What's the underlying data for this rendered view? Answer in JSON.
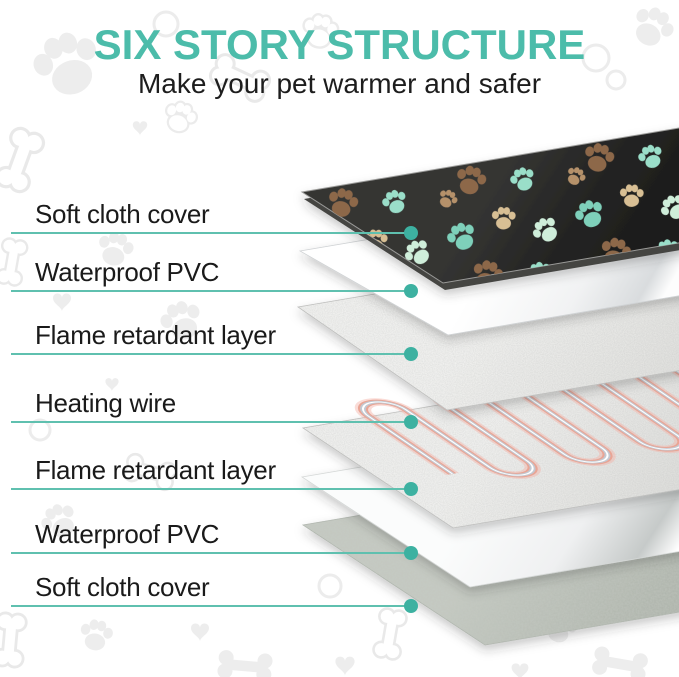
{
  "header": {
    "title": "SIX STORY STRUCTURE",
    "subtitle": "Make your pet warmer and safer"
  },
  "labels": [
    {
      "text": "Soft cloth cover"
    },
    {
      "text": "Waterproof PVC"
    },
    {
      "text": "Flame retardant layer"
    },
    {
      "text": "Heating wire"
    },
    {
      "text": "Flame retardant layer"
    },
    {
      "text": "Waterproof PVC"
    },
    {
      "text": "Soft cloth cover"
    }
  ],
  "layer_stack_top_to_bottom": [
    "Soft cloth cover (dark fleece with paw prints)",
    "Waterproof PVC",
    "Flame retardant layer",
    "Heating wire",
    "Flame retardant layer",
    "Waterproof PVC",
    "Soft cloth cover (gray fleece)"
  ],
  "colors": {
    "title_teal": "#4cbcaa",
    "leader_line": "#5fc0af",
    "leader_dot": "#3db1a1",
    "label_text": "#1a1a1a",
    "mat_base": "#232322",
    "paw_mint": "#cfeeda",
    "paw_aqua": "#7ed0ba",
    "paw_tan": "#d8bf94",
    "paw_brown": "#8d684a",
    "wire_pink": "#e9a595",
    "wire_core": "#c3c9d2",
    "bottom_cloth": "#b5bab2",
    "watermark": "#ececec"
  }
}
